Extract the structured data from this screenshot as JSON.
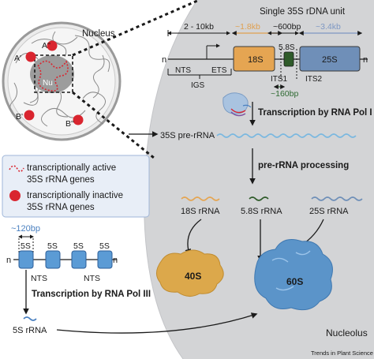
{
  "title": "Single 35S rDNA unit",
  "rdna_unit": {
    "len_ngs": "2 - 10kb",
    "len_18s": "~1.8kb",
    "len_58s": "~600bp",
    "len_25s": "~3.4kb",
    "end_left": "n",
    "end_right": "n",
    "nts": "NTS",
    "ets": "ETS",
    "igs": "IGS",
    "seg_18s": "18S",
    "seg_58s": "5.8S",
    "seg_25s": "25S",
    "its1": "ITS1",
    "its2": "ITS2",
    "len_its": "~160bp"
  },
  "step_pol1": "Transcription by RNA Pol I",
  "pre_rrna": "35S pre-rRNA",
  "step_processing": "pre-rRNA processing",
  "rrna": {
    "r18": "18S rRNA",
    "r58": "5.8S rRNA",
    "r25": "25S rRNA",
    "sub40": "40S",
    "sub60": "60S"
  },
  "nucleus": {
    "label": "Nucleus",
    "nu": "Nu",
    "a2": "A''",
    "a1": "A'",
    "b1": "B'",
    "b2": "B''"
  },
  "legend": {
    "active": [
      "transcriptionally active",
      "35S rRNA genes"
    ],
    "inactive": [
      "transcriptionally inactive",
      "35S rRNA genes"
    ]
  },
  "five_s": {
    "len": "~120bp",
    "seg": "5S",
    "end": "n",
    "nts": "NTS",
    "step_pol3": "Transcription by RNA Pol III",
    "rrna": "5S rRNA"
  },
  "nucleolus": "Nucleolus",
  "journal": "Trends in Plant Science",
  "colors": {
    "nucleolus_bg": "#d3d4d6",
    "box_18s": "#e5a552",
    "box_58s": "#2f5b2a",
    "box_25s": "#6f8fb8",
    "len_18s": "#e0a050",
    "len_25s": "#7e98c4",
    "len_its": "#2e6a32",
    "wave": "#7bb8e0",
    "red": "#d9252f",
    "sub40": "#dca84b",
    "sub60": "#5b94c9",
    "five_s_box": "#5b9bd5",
    "legend_bg": "#e8eef7",
    "legend_border": "#9fb6d8"
  }
}
